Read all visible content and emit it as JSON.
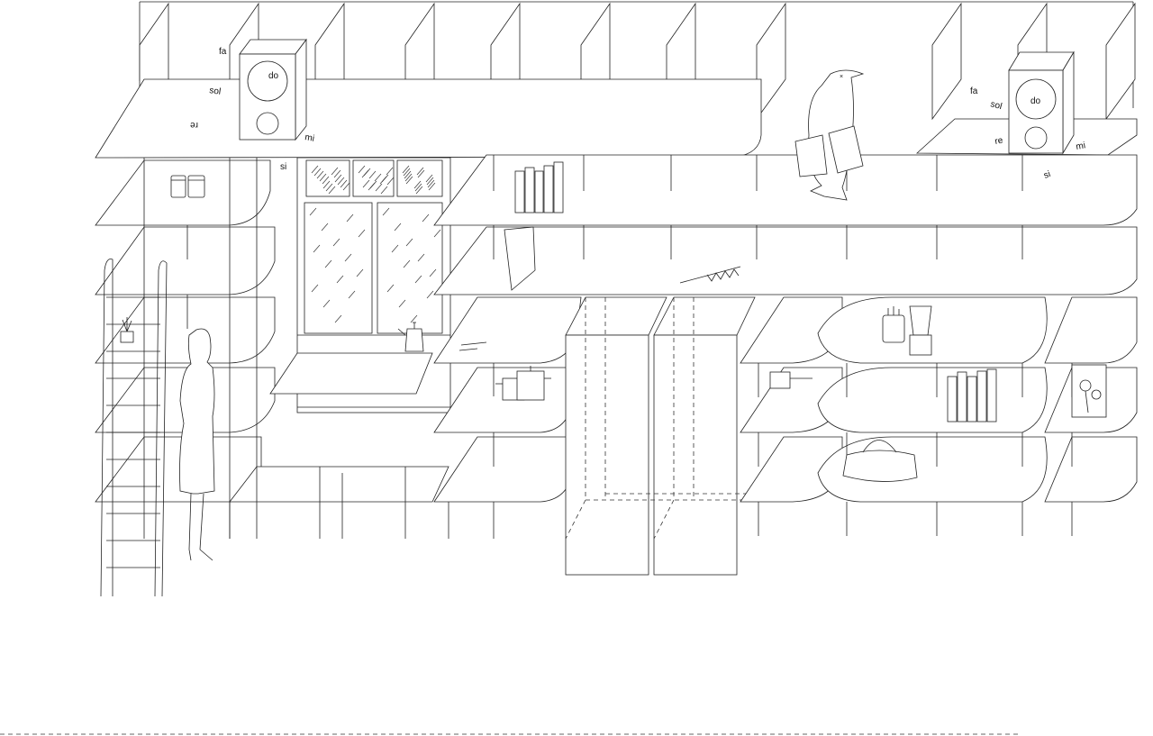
{
  "drawing": {
    "type": "isometric shelving wall illustration",
    "stroke_color": "#222222",
    "background_color": "#ffffff"
  },
  "notes_left": {
    "fa": "fa",
    "do": "do",
    "sol": "sol",
    "re": "re",
    "mi": "mi",
    "si": "si"
  },
  "notes_right": {
    "fa": "fa",
    "sol": "sol",
    "do": "do",
    "re": "re",
    "mi": "mi",
    "si": "si"
  },
  "icons": [
    "speaker-left-icon",
    "speaker-right-icon",
    "penguin-icon",
    "person-icon",
    "ladder-icon",
    "jars-icon",
    "books-icon",
    "saw-icon",
    "kettle-icon",
    "pots-icon",
    "pan-icon",
    "utensil-jar-icon",
    "blender-icon",
    "bag-icon",
    "plant-icon",
    "flower-box-icon",
    "window-icon",
    "fridge-icon"
  ]
}
